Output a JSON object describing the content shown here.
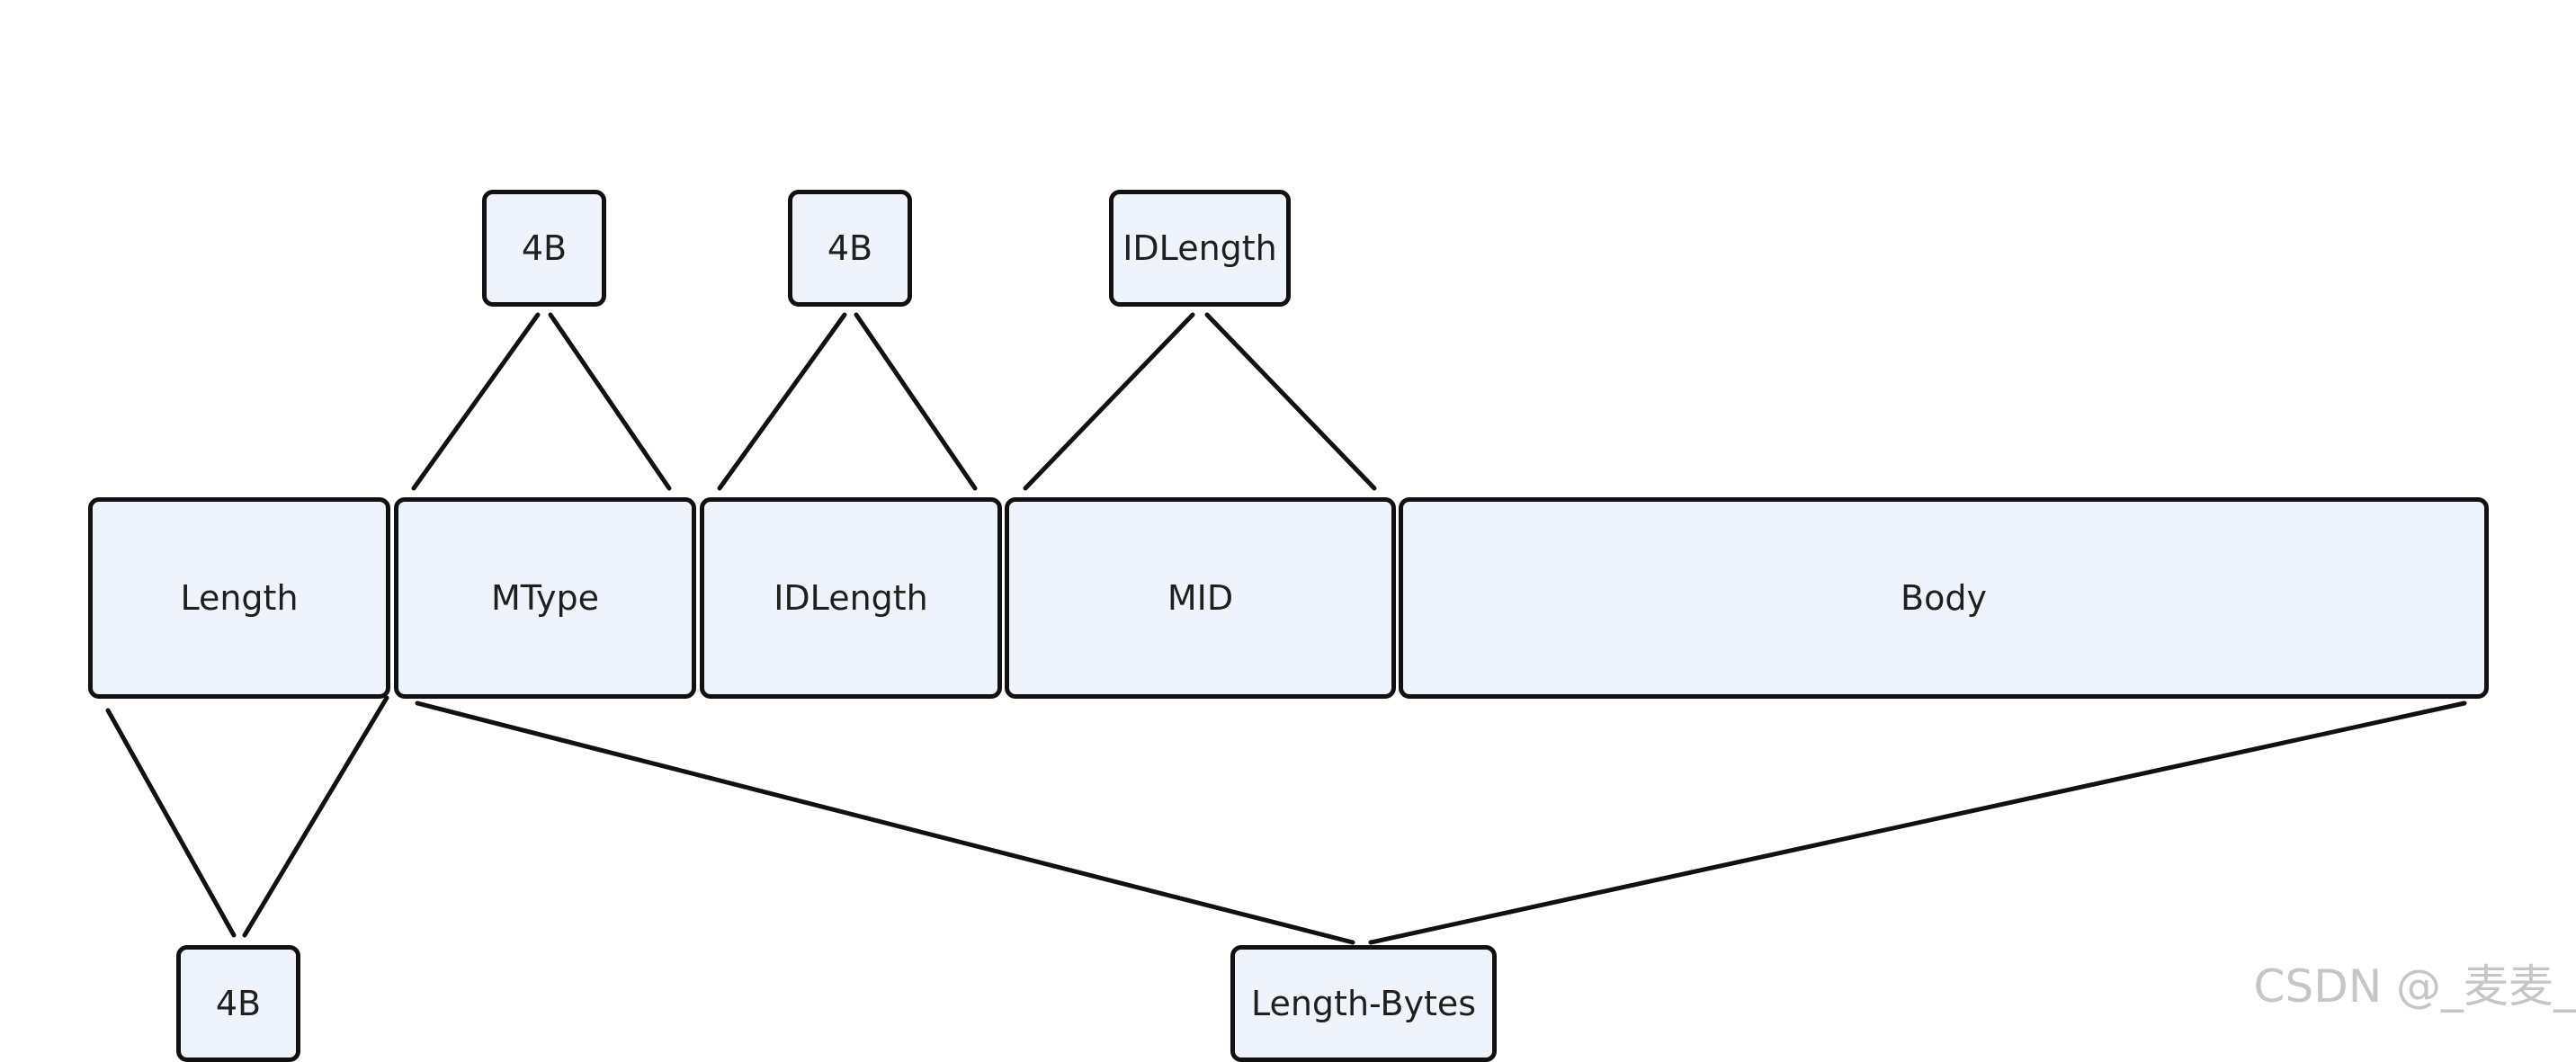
{
  "fields": {
    "length": "Length",
    "mtype": "MType",
    "idlength": "IDLength",
    "mid": "MID",
    "body": "Body"
  },
  "sizes": {
    "mtype_size": "4B",
    "idlength_size": "4B",
    "mid_size": "IDLength",
    "length_size": "4B",
    "rest_size": "Length-Bytes"
  },
  "watermark": "CSDN @_麦麦_",
  "colors": {
    "box_fill": "#eff4fc",
    "box_border": "#111111",
    "line": "#111111",
    "text": "#1f1f1f",
    "watermark": "#c6c6c6"
  }
}
